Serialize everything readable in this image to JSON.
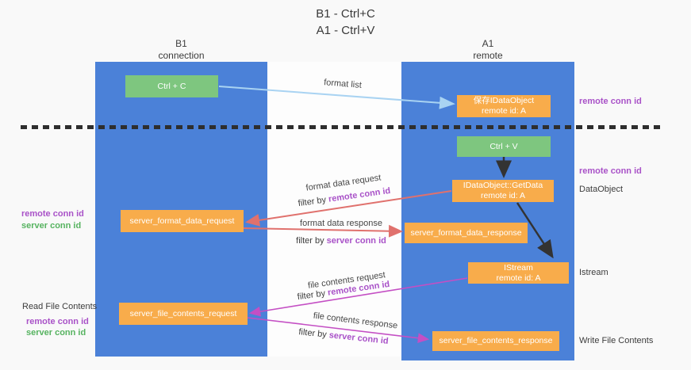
{
  "title": {
    "line1": "B1 - Ctrl+C",
    "line2": "A1 - Ctrl+V"
  },
  "columns": {
    "left": {
      "title": "B1",
      "subtitle": "connection"
    },
    "right": {
      "title": "A1",
      "subtitle": "remote"
    }
  },
  "boxes": {
    "ctrl_c": "Ctrl + C",
    "ctrl_v": "Ctrl + V",
    "save_idataobject_1": "保存IDataObject",
    "save_idataobject_2": "remote id: A",
    "getdata_1": "IDataObject::GetData",
    "getdata_2": "remote id: A",
    "istream_1": "IStream",
    "istream_2": "remote id: A",
    "server_format_data_request": "server_format_data_request",
    "server_format_data_response": "server_format_data_response",
    "server_file_contents_request": "server_file_contents_request",
    "server_file_contents_response": "server_file_contents_response"
  },
  "arrow_labels": {
    "format_list": "format list",
    "format_data_request": "format data request",
    "format_data_response": "format data response",
    "file_contents_request": "file contents request",
    "file_contents_response": "file contents response",
    "filter_by": "filter by ",
    "remote_conn_id": "remote conn id",
    "server_conn_id": "server conn id"
  },
  "side_labels": {
    "remote_conn_id": "remote conn id",
    "server_conn_id": "server conn id",
    "dataobject": "DataObject",
    "istream": "Istream",
    "read_file_contents": "Read File Contents",
    "write_file_contents": "Write File Contents"
  },
  "colors": {
    "column_blue": "#4b81d8",
    "box_orange": "#f8ac4b",
    "box_green": "#7ec67f",
    "purple_text": "#a952c8",
    "green_text": "#56b360",
    "arrow_salmon": "#e0716d",
    "arrow_magenta": "#c44fc4",
    "arrow_lightblue": "#a9d3f2",
    "arrow_black": "#333333",
    "dashed_line": "#2e2e2e"
  }
}
